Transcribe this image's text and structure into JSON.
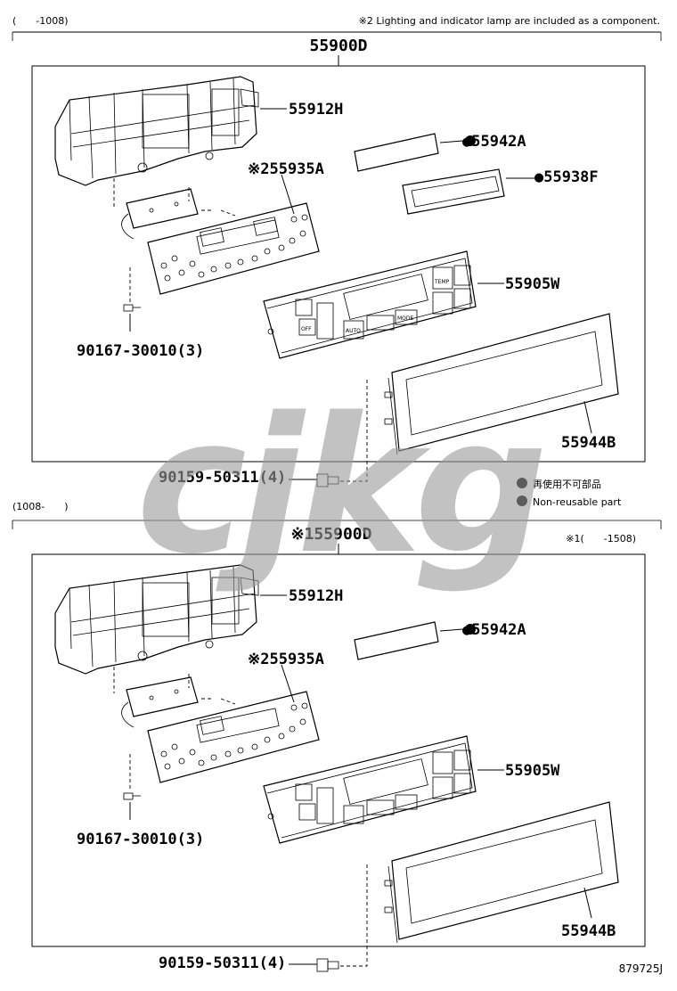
{
  "header": {
    "range_top": "(　　-1008)",
    "note2": "※2 Lighting and indicator lamp are included as a component.",
    "range_bottom": "(1008-　　)",
    "note1": "※1(　　-1508)"
  },
  "assembly_top": {
    "title": "55900D",
    "labels": {
      "bracket": "55912H",
      "board": "※255935A",
      "film": "●55942A",
      "lens": "●55938F",
      "control_panel": "55905W",
      "bezel": "55944B",
      "screw_small": "90167-30010(3)",
      "screw_large": "90159-50311(4)"
    }
  },
  "assembly_bottom": {
    "title": "※155900D",
    "labels": {
      "bracket": "55912H",
      "board": "※255935A",
      "film": "●55942A",
      "control_panel": "55905W",
      "bezel": "55944B",
      "screw_small": "90167-30010(3)",
      "screw_large": "90159-50311(4)"
    }
  },
  "legend": {
    "jp": "再使用不可部品",
    "en": "Non-reusable part"
  },
  "panel_text": {
    "temp": "TEMP",
    "mode": "MODE",
    "auto": "AUTO",
    "off": "OFF"
  },
  "watermark": "cjkg",
  "footer_code": "879725J"
}
